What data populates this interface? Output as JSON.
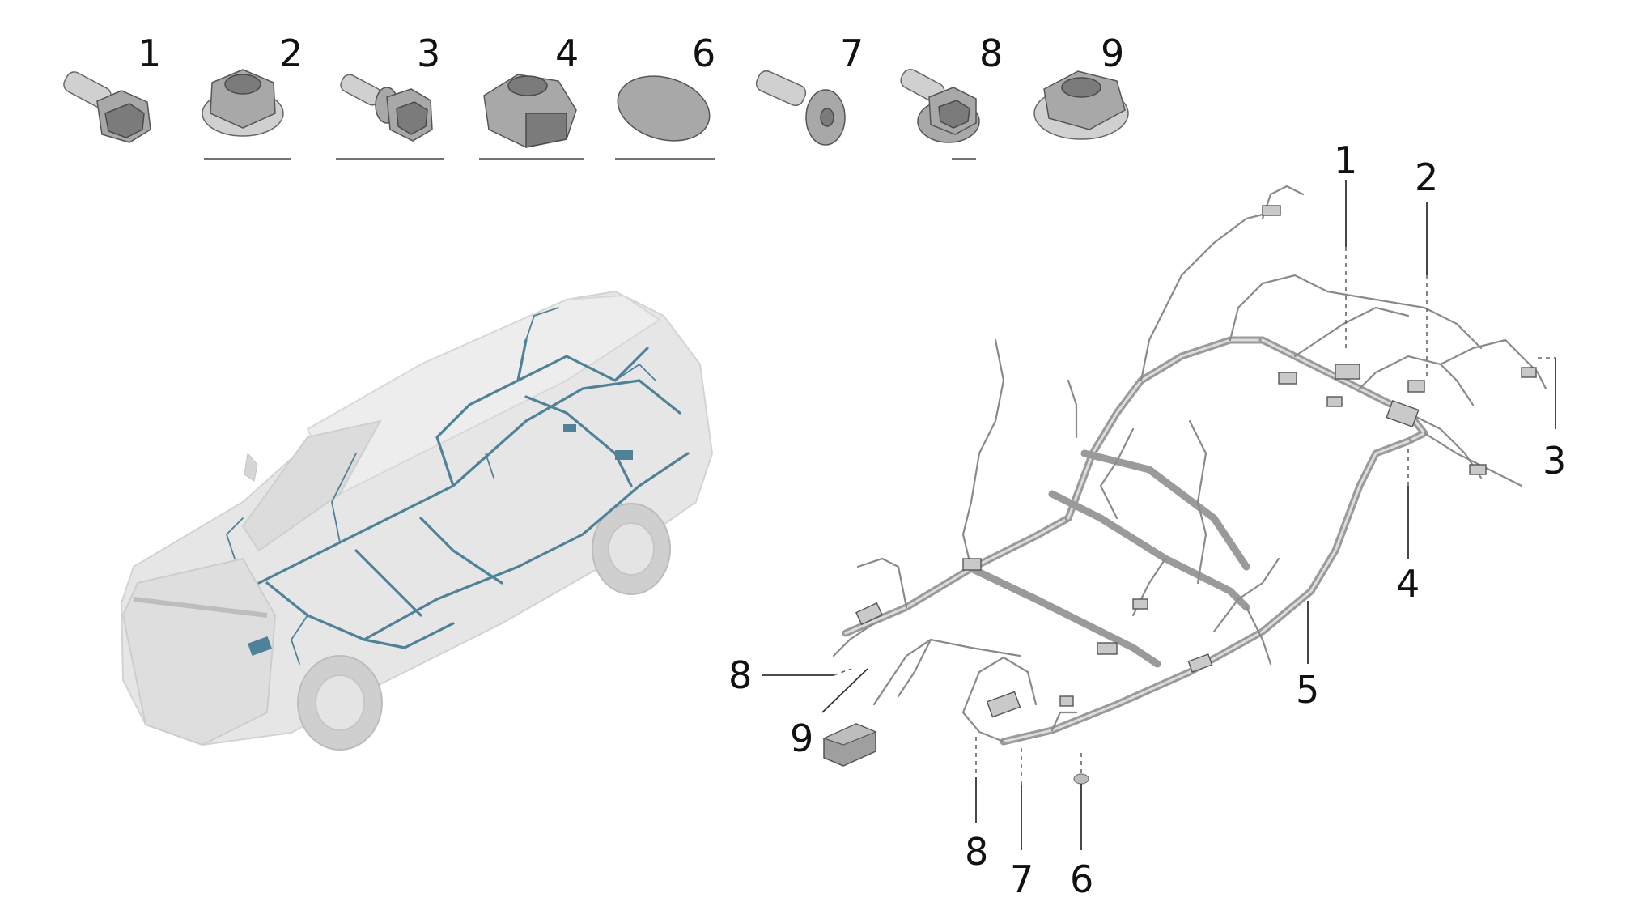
{
  "parts_row": {
    "labels": [
      "1",
      "2",
      "3",
      "4",
      "6",
      "7",
      "8",
      "9"
    ]
  },
  "callouts": {
    "right_top_1": "1",
    "right_top_2": "2",
    "right_3": "3",
    "right_4": "4",
    "right_5": "5",
    "left_8": "8",
    "left_9": "9",
    "bottom_8": "8",
    "bottom_7": "7",
    "bottom_6": "6"
  },
  "colors": {
    "vehicle_harness": "#4f8299",
    "vehicle_body": "#e4e4e4",
    "harness_gray": "#9a9a9a"
  }
}
